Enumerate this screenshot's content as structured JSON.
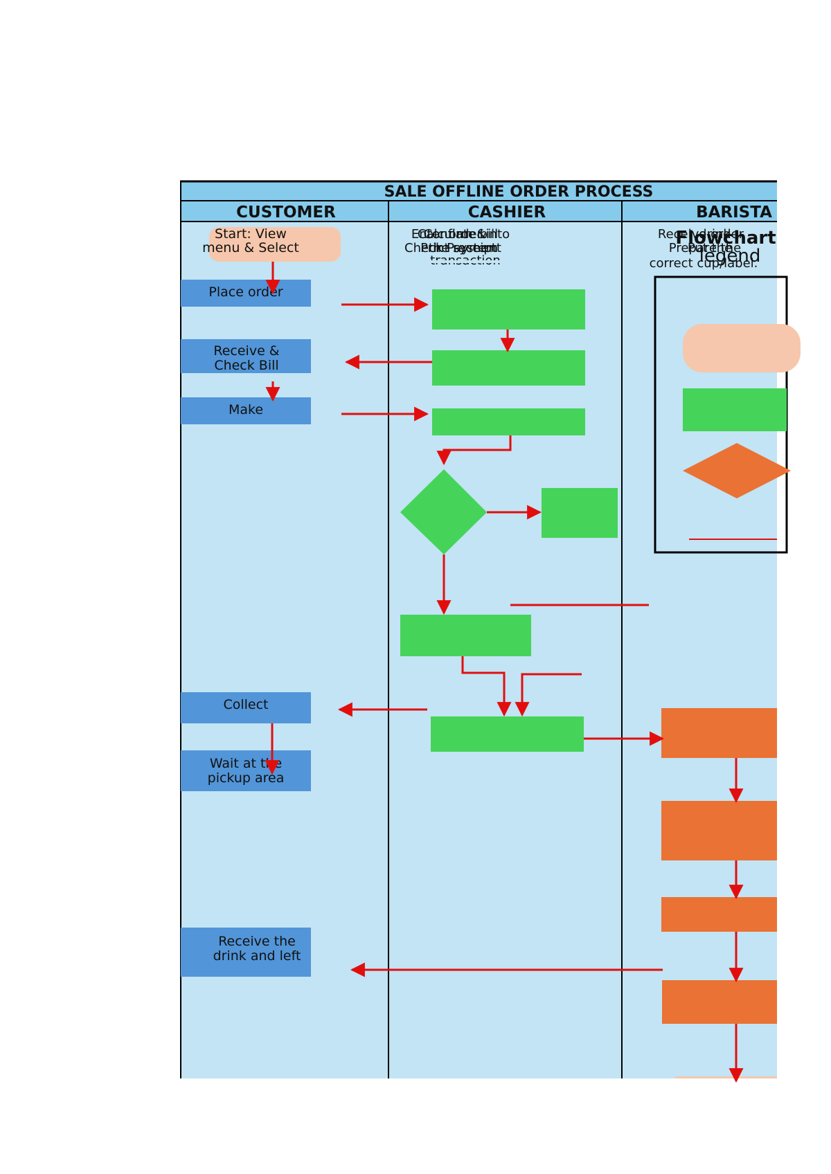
{
  "title": "SALE OFFLINE ORDER PROCESS",
  "lanes": [
    "CUSTOMER",
    "CASHIER",
    "BARISTA"
  ],
  "customer_steps": [
    [
      "Start: View",
      "menu & Select"
    ],
    [
      "Place order"
    ],
    [
      "Receive &",
      "Check Bill"
    ],
    [
      "Make"
    ],
    [
      "Collect"
    ],
    [
      "Wait at the",
      "pickup area"
    ],
    [
      "Receive the",
      "drink and left"
    ]
  ],
  "cashier_overlap_text": [
    "Enter order into",
    "Calculate bill",
    "Confirm &",
    "transaction",
    "Check Payment",
    "Print receipt",
    "the system"
  ],
  "barista_overlap_text": [
    "Receive order",
    "Flowchart",
    "legend",
    "Prepare the",
    "Put the",
    "drink",
    "correct cup/label."
  ],
  "colors": {
    "lane_bg": "#c2e4f4",
    "header_bg": "#86cbec",
    "customer_box": "#5295d8",
    "cashier_box": "#46d35a",
    "barista_box": "#ea7234",
    "start_box": "#f6c7ac",
    "arrow": "#e20e0e"
  }
}
